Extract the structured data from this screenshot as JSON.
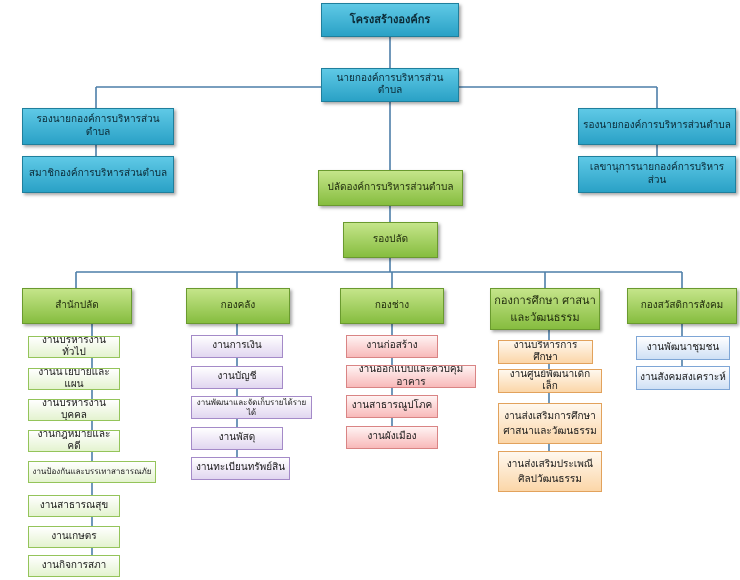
{
  "title": "โครงสร้างองค์กร",
  "chief": "นายกองค์การบริหารส่วนตำบล",
  "deputy_left": "รองนายกองค์การบริหารส่วนตำบล",
  "council_member": "สมาชิกองค์การบริหารส่วนตำบล",
  "deputy_right": "รองนายกองค์การบริหารส่วนตำบล",
  "secretary": "เลขานุการนายกองค์การบริหารส่วน",
  "palat": "ปลัดองค์การบริหารส่วนตำบล",
  "rong_palat": "รองปลัด",
  "departments": [
    {
      "name": "สำนักปลัด",
      "units": [
        "งานบริหารงานทั่วไป",
        "งานนโยบายและแผน",
        "งานบริหารงานบุคคล",
        "งานกฎหมายและคดี",
        "งานป้องกันและบรรเทาสาธารณภัย",
        "งานสาธารณสุข",
        "งานเกษตร",
        "งานกิจการสภา"
      ]
    },
    {
      "name": "กองคลัง",
      "units": [
        "งานการเงิน",
        "งานบัญชี",
        "งานพัฒนาและจัดเก็บรายได้รายได้",
        "งานพัสดุ",
        "งานทะเบียนทรัพย์สิน"
      ]
    },
    {
      "name": "กองช่าง",
      "units": [
        "งานก่อสร้าง",
        "งานออกแบบและควบคุมอาคาร",
        "งานสาธารณูปโภค",
        "งานผังเมือง"
      ]
    },
    {
      "name_line1": "กองการศึกษา ศาสนา",
      "name_line2": "และวัฒนธรรม",
      "units": [
        "งานบริหารการศึกษา",
        "งานศูนย์พัฒนาเด็กเล็ก"
      ],
      "unit3_line1": "งานส่งเสริมการศึกษา",
      "unit3_line2": "ศาสนาและวัฒนธรรม",
      "unit4_line1": "งานส่งเสริมประเพณี",
      "unit4_line2": "ศิลปวัฒนธรรม"
    },
    {
      "name": "กองสวัสดิการสังคม",
      "units": [
        "งานพัฒนาชุมชน",
        "งานสังคมสงเคราะห์"
      ]
    }
  ],
  "colors": {
    "top_level": "#2aa1c6",
    "department": "#86bd3f",
    "office_units": "#e4f3cf",
    "finance_units": "#e1d6f0",
    "works_units": "#f8b9b9",
    "education_units": "#fbd6a8",
    "welfare_units": "#cfe0f5",
    "connector": "#4d7fa8"
  }
}
